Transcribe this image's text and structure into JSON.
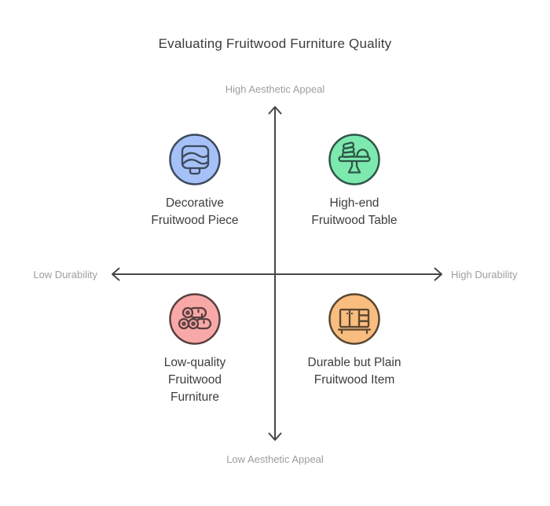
{
  "title": "Evaluating Fruitwood Furniture Quality",
  "axes": {
    "top_label": "High Aesthetic Appeal",
    "bottom_label": "Low Aesthetic Appeal",
    "left_label": "Low Durability",
    "right_label": "High Durability",
    "line_color": "#45474b",
    "label_color": "#9e9e9e"
  },
  "quadrants": [
    {
      "position": "top-left",
      "icon": "decorative-bowl-icon",
      "color": "#a6c1f7",
      "stroke": "#3c4a5c",
      "label_lines": {
        "0": "Decorative",
        "1": "Fruitwood Piece"
      }
    },
    {
      "position": "top-right",
      "icon": "pedestal-table-icon",
      "color": "#7de9ae",
      "stroke": "#2f5647",
      "label_lines": {
        "0": "High-end",
        "1": "Fruitwood Table"
      }
    },
    {
      "position": "bottom-left",
      "icon": "wood-logs-icon",
      "color": "#f9a8a8",
      "stroke": "#59403f",
      "label_lines": {
        "0": "Low-quality",
        "1": "Fruitwood",
        "2": "Furniture"
      }
    },
    {
      "position": "bottom-right",
      "icon": "cabinet-sideboard-icon",
      "color": "#f9bd80",
      "stroke": "#5a4630",
      "label_lines": {
        "0": "Durable but Plain",
        "1": "Fruitwood Item"
      }
    }
  ],
  "text_color": "#3d3d3d",
  "background_color": "#ffffff"
}
